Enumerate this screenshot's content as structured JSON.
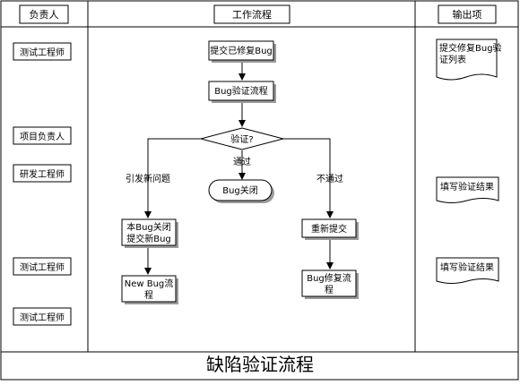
{
  "columns": {
    "owner": "负责人",
    "workflow": "工作流程",
    "output": "输出项"
  },
  "roles": {
    "tester_1": "测试工程师",
    "project_lead": "项目负责人",
    "developer": "研发工程师",
    "tester_2": "测试工程师",
    "tester_3": "测试工程师"
  },
  "flow": {
    "submit": "提交已修复Bug",
    "verify": "Bug验证流程",
    "decision": "验证?",
    "close": "Bug关闭",
    "close_new_line1": "本Bug关闭",
    "close_new_line2": "提交新Bug",
    "new_bug_line1": "New Bug流",
    "new_bug_line2": "程",
    "resubmit": "重新提交",
    "fix_line1": "Bug修复流",
    "fix_line2": "程",
    "label_new_issue": "引发新问题",
    "label_pass": "通过",
    "label_fail": "不通过"
  },
  "outputs": {
    "verified_list_line1": "提交修复Bug验",
    "verified_list_line2": "证列表",
    "result_1": "填写验证结果",
    "result_2": "填写验证结果"
  },
  "title": "缺陷验证流程"
}
